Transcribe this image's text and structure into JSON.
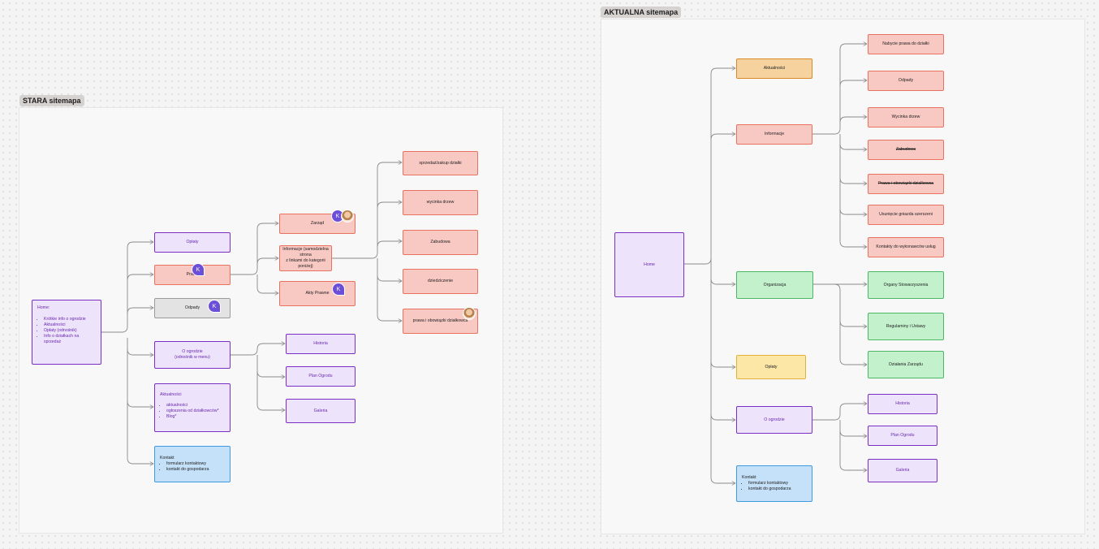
{
  "old": {
    "label": "STARA sitemapa",
    "home": {
      "title": "Home:",
      "items": [
        "Krótkie info o ogrodzie",
        "Aktualności",
        "Opłaty (odnośnik)",
        "Info o działkach na sprzedaż"
      ]
    },
    "oplaty": "Opłaty",
    "prawo": "Prawo",
    "odpady": "Odpady",
    "o_ogrodzie": [
      "O ogrodzie",
      "(odnośnik w menu)"
    ],
    "aktualnosci": {
      "title": "Aktualności",
      "items": [
        "aktualności",
        "ogłoszenia od działkowców*",
        "Blog*"
      ]
    },
    "kontakt": {
      "title": "Kontakt",
      "items": [
        "formularz kontaktowy",
        "kontakt do gospodarza"
      ]
    },
    "zarzad": "Zarząd",
    "informacje": [
      "Informacje (samodzielna strona",
      "z linkami do kategorii poniżej)"
    ],
    "akty": "Akty Prawne",
    "historia": "Historia",
    "plan": "Plan Ogrodu",
    "galeria": "Galeria",
    "sprzedaz": "sprzedaż/zakup działki",
    "wycinka": "wycinka drzew",
    "zabudowa": "Zabudowa",
    "dziedziczenie": "dziedziczenie",
    "prawa": "prawa i obowiązki działkowca",
    "avatar_letter": "K"
  },
  "new": {
    "label": "AKTUALNA sitemapa",
    "home": "Home",
    "aktualnosci": "Aktualności",
    "informacje": "Informacje",
    "organizacja": "Organizacja",
    "oplaty": "Opłaty",
    "o_ogrodzie": "O ogrodzie",
    "kontakt": {
      "title": "Kontakt",
      "items": [
        "formularz kontaktowy",
        "kontakt do gospodarza"
      ]
    },
    "nabycie": "Nabycie prawa do działki",
    "odpady": "Odpady",
    "wycinka": "Wycinka drzew",
    "zabudowa": "Zabudowa",
    "prawa": "Prawa i obowiązki działkowca",
    "usuniecie": "Usunięcie gniazda szerszeni",
    "kontakty": "Kontakty do wykonawców usług",
    "organy": "Organy Stowarzyszenia",
    "regulaminy": "Regulaminy i Ustawy",
    "dzialania": "Działania Zarządu",
    "historia": "Historia",
    "plan": "Plan Ogrodu",
    "galeria": "Galeria"
  },
  "colors": {
    "red": "#f8c8c3",
    "purple": "#ede3fb",
    "gray": "#e3e3e3",
    "blue": "#c4e1f9",
    "orange": "#f6d29e",
    "green": "#c3f1cc",
    "yellow": "#fce7a6",
    "connector": "#8a8a8a",
    "avatar": "#6c4fd8"
  }
}
